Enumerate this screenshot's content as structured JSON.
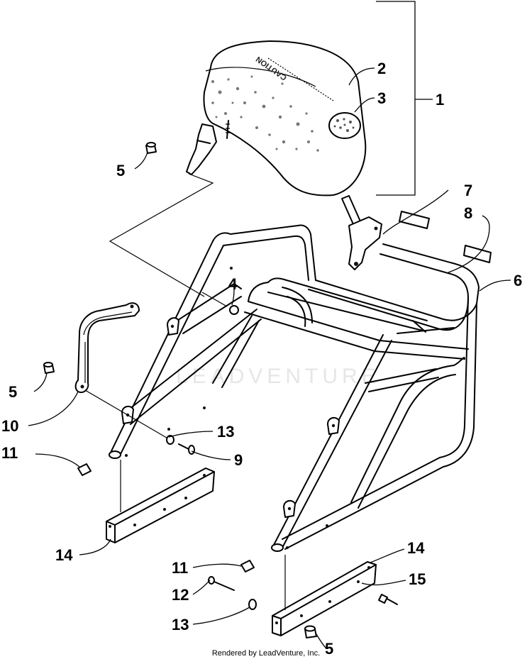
{
  "watermark": "LEADVENTURE",
  "decal_text": "CAUTION",
  "callouts": [
    {
      "id": "c1",
      "label": "1"
    },
    {
      "id": "c2",
      "label": "2"
    },
    {
      "id": "c3",
      "label": "3"
    },
    {
      "id": "c4",
      "label": "4"
    },
    {
      "id": "c5a",
      "label": "5"
    },
    {
      "id": "c5b",
      "label": "5"
    },
    {
      "id": "c5c",
      "label": "5"
    },
    {
      "id": "c6",
      "label": "6"
    },
    {
      "id": "c7",
      "label": "7"
    },
    {
      "id": "c8",
      "label": "8"
    },
    {
      "id": "c9",
      "label": "9"
    },
    {
      "id": "c10",
      "label": "10"
    },
    {
      "id": "c11a",
      "label": "11"
    },
    {
      "id": "c11b",
      "label": "11"
    },
    {
      "id": "c12",
      "label": "12"
    },
    {
      "id": "c13a",
      "label": "13"
    },
    {
      "id": "c13b",
      "label": "13"
    },
    {
      "id": "c14a",
      "label": "14"
    },
    {
      "id": "c14b",
      "label": "14"
    },
    {
      "id": "c15",
      "label": "15"
    }
  ],
  "footer": "Rendered by LeadVenture, Inc."
}
